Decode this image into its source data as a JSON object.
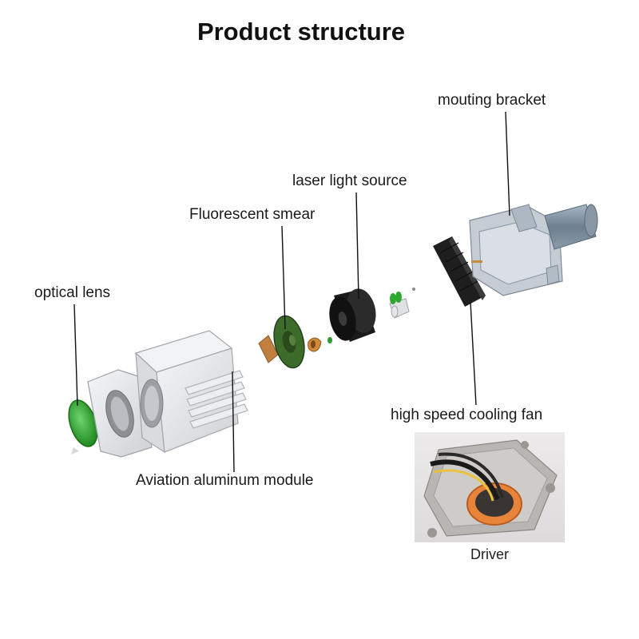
{
  "title": "Product structure",
  "labels": {
    "mounting_bracket": "mouting bracket",
    "laser_light_source": "laser light source",
    "fluorescent_smear": "Fluorescent smear",
    "optical_lens": "optical lens",
    "cooling_fan": "high speed cooling fan",
    "aluminum_module": "Aviation aluminum module"
  },
  "driver": {
    "caption": "Driver"
  },
  "colors": {
    "lens_green": "#2fa82f",
    "smear_green": "#3d6b2a",
    "copper": "#c8813a",
    "aluminum": "#e6e7ea",
    "laser_body": "#1d1d1d",
    "orange_ring": "#e8833a"
  }
}
